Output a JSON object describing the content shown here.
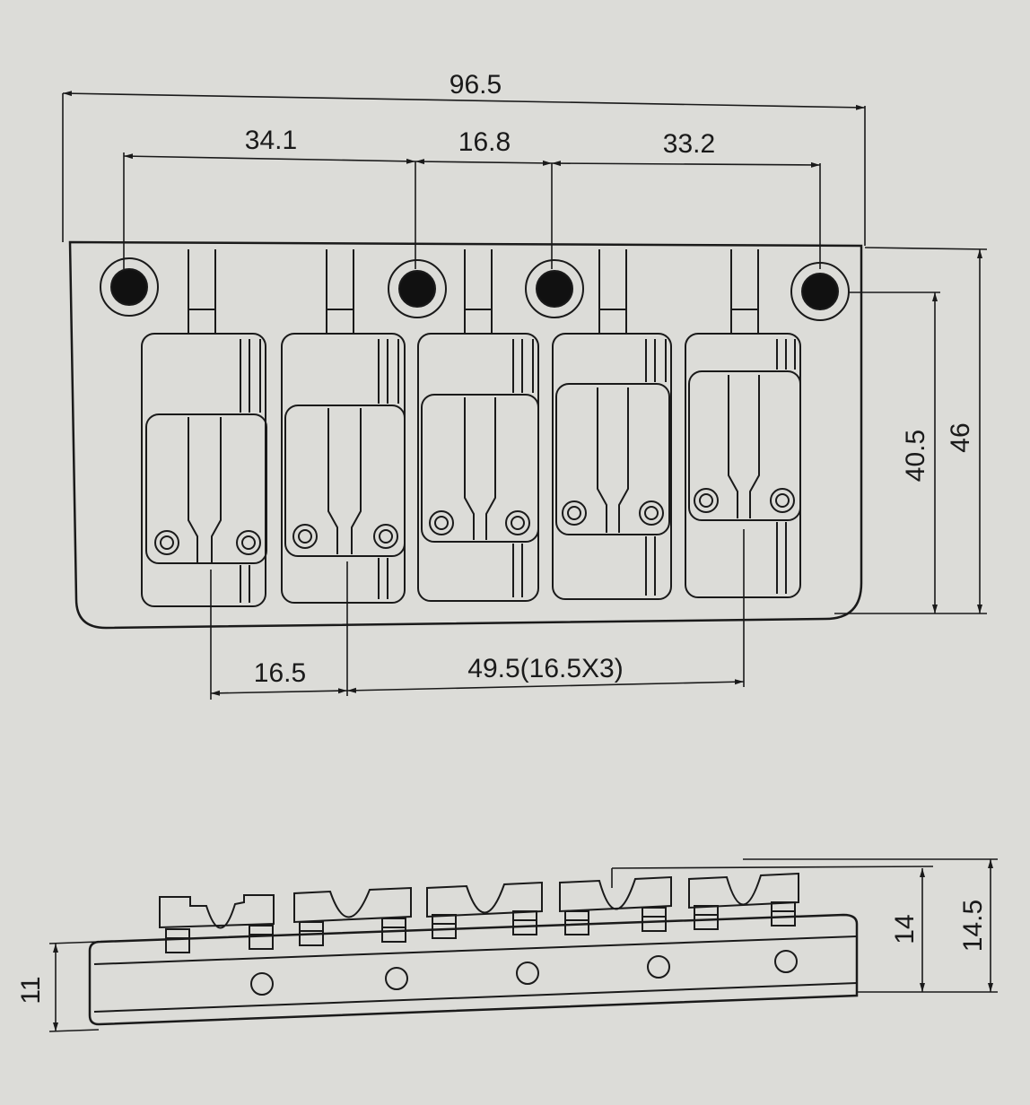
{
  "top_view": {
    "overall_width": "96.5",
    "hole_spacing_left": "34.1",
    "hole_spacing_middle": "16.8",
    "hole_spacing_right": "33.2",
    "saddle_spacing": "16.5",
    "saddle_span": "49.5(16.5X3)",
    "hole_depth": "40.5",
    "overall_depth": "46"
  },
  "side_view": {
    "base_height": "11",
    "saddle_height": "14",
    "overall_height": "14.5"
  },
  "colors": {
    "paper": "#dcdcd8",
    "line": "#1a1a1a"
  }
}
